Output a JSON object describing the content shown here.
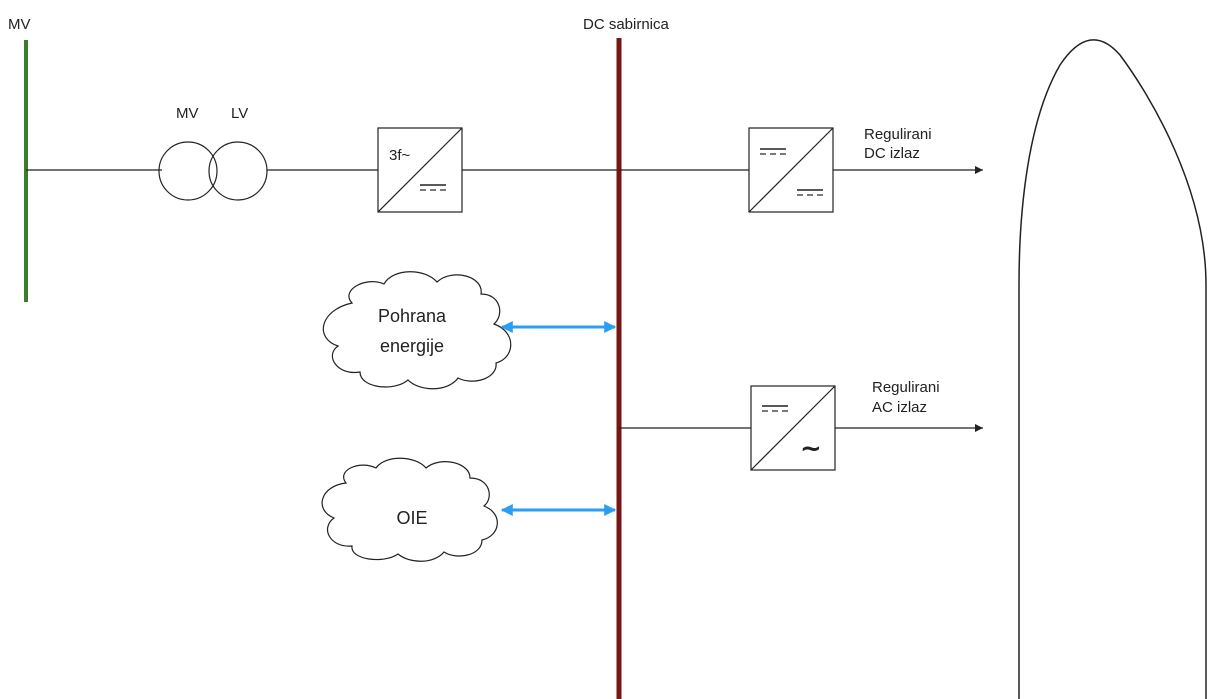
{
  "labels": {
    "mv_bus": "MV",
    "dc_bus": "DC sabirnica",
    "transformer_mv": "MV",
    "transformer_lv": "LV",
    "rectifier_ac": "3f~",
    "dc_output_line1": "Regulirani",
    "dc_output_line2": "DC izlaz",
    "ac_output_line1": "Regulirani",
    "ac_output_line2": "AC izlaz",
    "storage_line1": "Pohrana",
    "storage_line2": "energije",
    "renewables": "OIE",
    "inverter_ac_symbol": "~"
  },
  "colors": {
    "mv_bus": "#3a7d2a",
    "dc_bus": "#7a1515",
    "bidirectional_arrow": "#2a9df4",
    "lines": "#222222"
  },
  "icons": {
    "transformer": "two-winding-transformer-icon",
    "rectifier": "ac-dc-converter-icon",
    "dc_dc": "dc-dc-converter-icon",
    "inverter": "dc-ac-inverter-icon",
    "cloud": "cloud-icon"
  }
}
